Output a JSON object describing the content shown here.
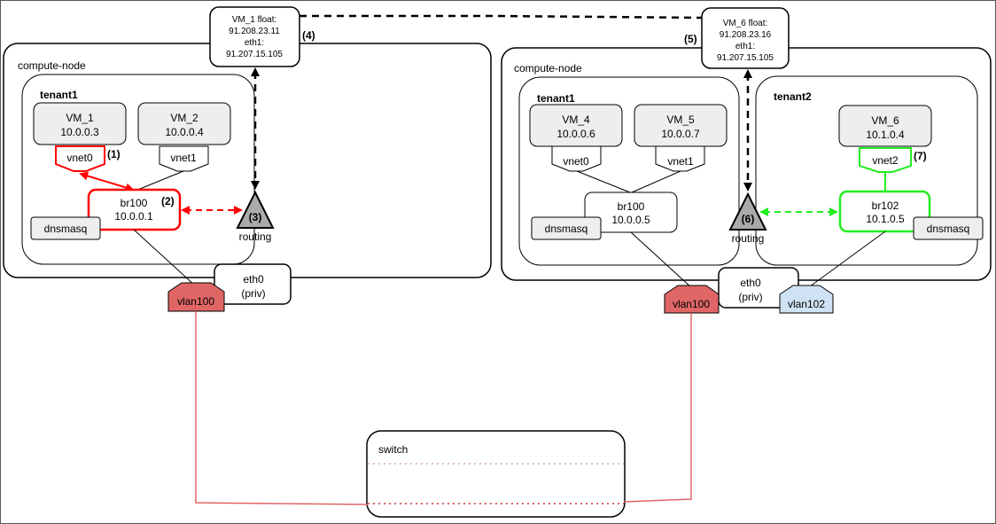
{
  "colors": {
    "red": "#ff0000",
    "green": "#22ee22",
    "vlan_red": "#e06666",
    "vlan_blue": "#cfe2f3",
    "vm_fill": "#eeeeee",
    "trunk": "#e06666"
  },
  "left": {
    "node_label": "compute-node",
    "tenant_label": "tenant1",
    "vm1": {
      "name": "VM_1",
      "ip": "10.0.0.3"
    },
    "vm2": {
      "name": "VM_2",
      "ip": "10.0.0.4"
    },
    "vnet0": "vnet0",
    "vnet1": "vnet1",
    "bridge": {
      "name": "br100",
      "ip": "10.0.0.1"
    },
    "dnsmasq": "dnsmasq",
    "routing": "routing",
    "eth0": {
      "line1": "eth0",
      "line2": "(priv)"
    },
    "vlan": "vlan100",
    "float_box": {
      "line1": "VM_1 float:",
      "line2": "91.208.23.11",
      "line3": "eth1:",
      "line4": "91.207.15.105"
    },
    "step1": "(1)",
    "step2": "(2)",
    "step3": "(3)",
    "step4": "(4)"
  },
  "right": {
    "node_label": "compute-node",
    "tenant1_label": "tenant1",
    "tenant2_label": "tenant2",
    "vm4": {
      "name": "VM_4",
      "ip": "10.0.0.6"
    },
    "vm5": {
      "name": "VM_5",
      "ip": "10.0.0.7"
    },
    "vm6": {
      "name": "VM_6",
      "ip": "10.1.0.4"
    },
    "vnet0": "vnet0",
    "vnet1": "vnet1",
    "vnet2": "vnet2",
    "bridge100": {
      "name": "br100",
      "ip": "10.0.0.5"
    },
    "bridge102": {
      "name": "br102",
      "ip": "10.1.0.5"
    },
    "dnsmasq_t1": "dnsmasq",
    "dnsmasq_t2": "dnsmasq",
    "routing": "routing",
    "eth0": {
      "line1": "eth0",
      "line2": "(priv)"
    },
    "vlan100": "vlan100",
    "vlan102": "vlan102",
    "float_box": {
      "line1": "VM_6 float:",
      "line2": "91.208.23.16",
      "line3": "eth1:",
      "line4": "91.207.15.105"
    },
    "step5": "(5)",
    "step6": "(6)",
    "step7": "(7)"
  },
  "switch": {
    "label": "switch"
  }
}
